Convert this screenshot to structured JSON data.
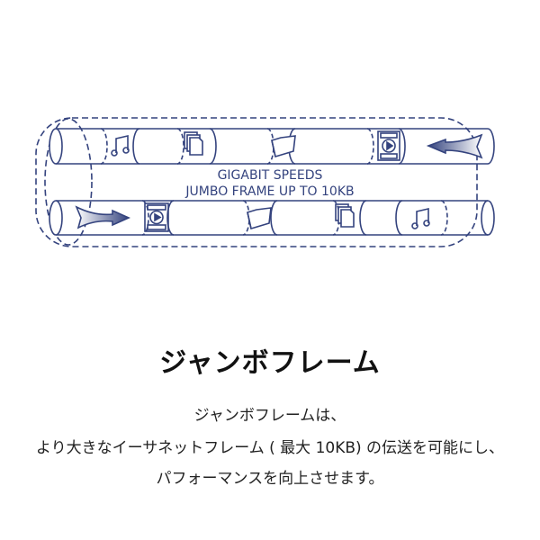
{
  "diagram": {
    "caption_line1": "GIGABIT SPEEDS",
    "caption_line2": "JUMBO FRAME UP TO 10KB",
    "top_pipe_icons": [
      "music-icon",
      "documents-icon",
      "folder-icon",
      "video-icon",
      "arrow-left-icon"
    ],
    "bottom_pipe_icons": [
      "arrow-right-icon",
      "video-icon",
      "folder-icon",
      "documents-icon",
      "music-icon"
    ],
    "stroke_color": "#34437e"
  },
  "heading": "ジャンボフレーム",
  "description": {
    "line1": "ジャンボフレームは、",
    "line2": "より大きなイーサネットフレーム ( 最大 10KB) の伝送を可能にし、",
    "line3": "パフォーマンスを向上させます。"
  }
}
